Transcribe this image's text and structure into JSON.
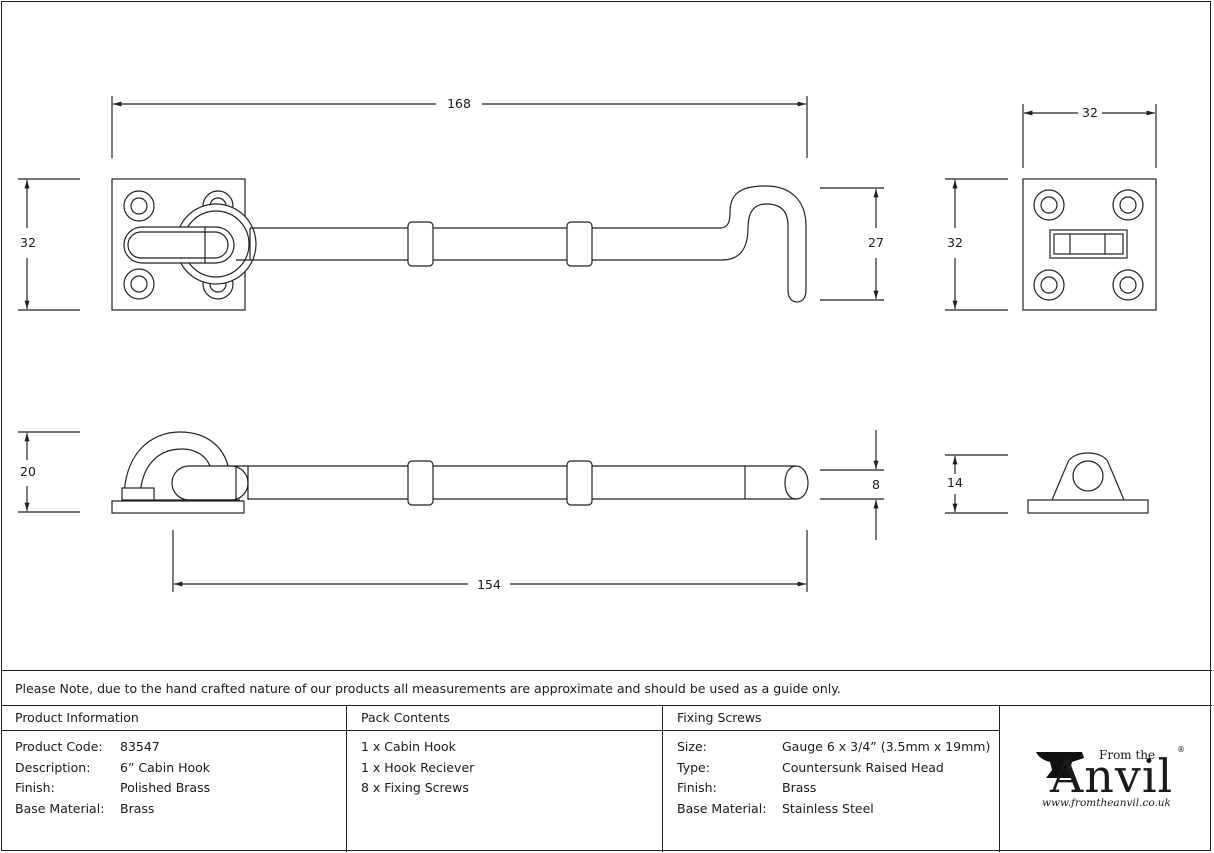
{
  "dimensions": {
    "top_length": "168",
    "plate_height_left": "32",
    "hook_height": "27",
    "plate_height_right": "32",
    "plate_width": "32",
    "side_height": "20",
    "rod_diameter": "8",
    "receiver_height": "14",
    "rod_length": "154"
  },
  "note": "Please Note, due to the hand crafted nature of our products all measurements are approximate and should be used as a guide only.",
  "product_information": {
    "heading": "Product Information",
    "rows": [
      {
        "key": "Product Code:",
        "value": "83547"
      },
      {
        "key": "Description:",
        "value": "6” Cabin Hook"
      },
      {
        "key": "Finish:",
        "value": "Polished Brass"
      },
      {
        "key": "Base Material:",
        "value": "Brass"
      }
    ]
  },
  "pack_contents": {
    "heading": "Pack Contents",
    "items": [
      "1 x Cabin Hook",
      "1 x Hook Reciever",
      "8 x Fixing Screws"
    ]
  },
  "fixing_screws": {
    "heading": "Fixing Screws",
    "rows": [
      {
        "key": "Size:",
        "value": "Gauge 6 x 3/4” (3.5mm x 19mm)"
      },
      {
        "key": "Type:",
        "value": "Countersunk Raised Head"
      },
      {
        "key": "Finish:",
        "value": "Brass"
      },
      {
        "key": "Base Material:",
        "value": "Stainless Steel"
      }
    ]
  },
  "brand": {
    "from_the": "From the",
    "registered": "®",
    "name": "Anvil",
    "url": "www.fromtheanvil.co.uk"
  }
}
